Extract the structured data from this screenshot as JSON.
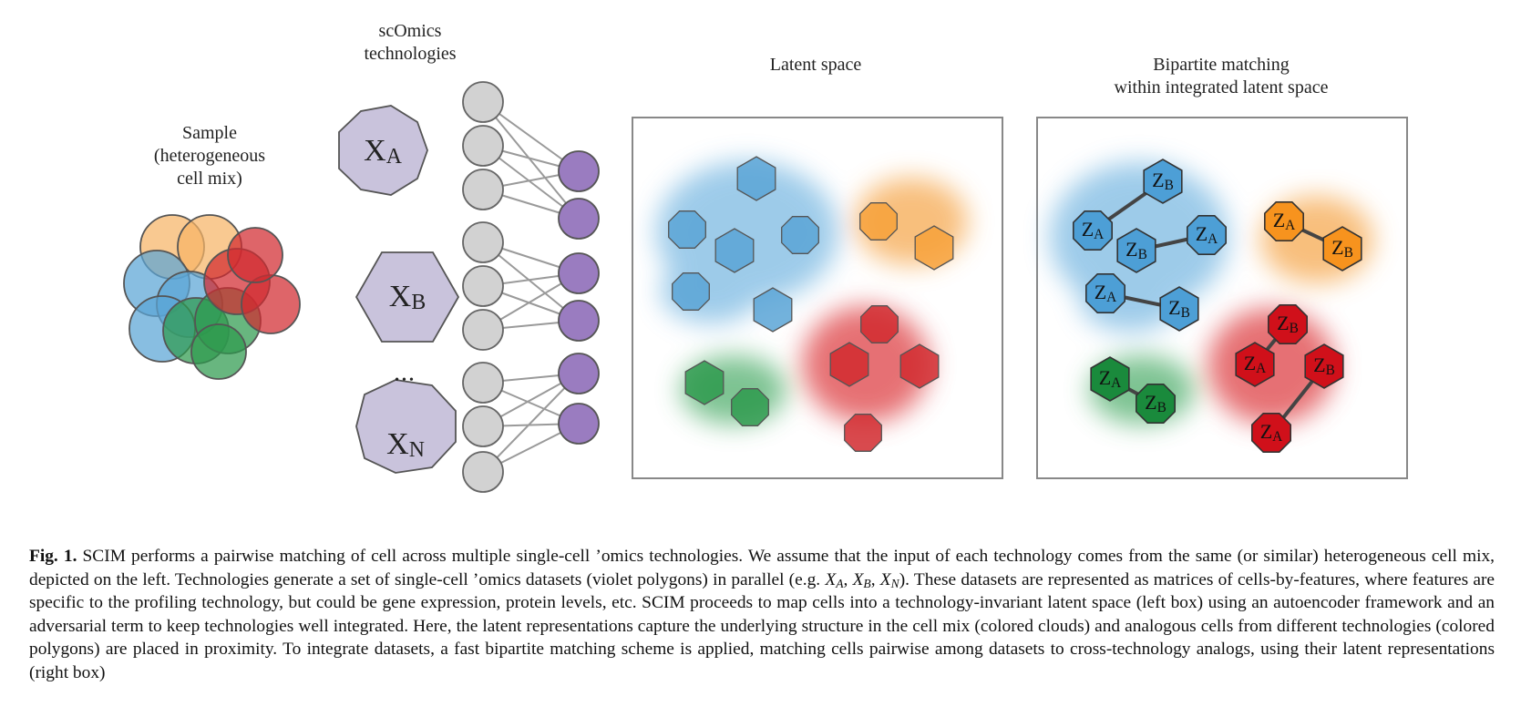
{
  "labels": {
    "sample": "Sample\n(heterogeneous\ncell mix)",
    "scomics": "scOmics\ntechnologies",
    "latent": "Latent space",
    "bipartite": "Bipartite matching\nwithin integrated latent space",
    "ellipsis": "•••"
  },
  "datasets": [
    {
      "letter": "X",
      "subscript": "A"
    },
    {
      "letter": "X",
      "subscript": "B"
    },
    {
      "letter": "X",
      "subscript": "N"
    }
  ],
  "matching_nodes": [
    {
      "letter": "Z",
      "subscript": "B"
    },
    {
      "letter": "Z",
      "subscript": "A"
    },
    {
      "letter": "Z",
      "subscript": "B"
    },
    {
      "letter": "Z",
      "subscript": "A"
    },
    {
      "letter": "Z",
      "subscript": "A"
    },
    {
      "letter": "Z",
      "subscript": "B"
    },
    {
      "letter": "Z",
      "subscript": "A"
    },
    {
      "letter": "Z",
      "subscript": "B"
    },
    {
      "letter": "Z",
      "subscript": "A"
    },
    {
      "letter": "Z",
      "subscript": "B"
    },
    {
      "letter": "Z",
      "subscript": "B"
    },
    {
      "letter": "Z",
      "subscript": "A"
    },
    {
      "letter": "Z",
      "subscript": "B"
    },
    {
      "letter": "Z",
      "subscript": "A"
    }
  ],
  "colors": {
    "blue": "#5aa5d6",
    "orange": "#f7a13a",
    "red": "#d12a2f",
    "green": "#2e9a4e",
    "violet": "#9a7cc0",
    "lavender": "#c9c3dc",
    "gray_node": "#d2d2d2"
  },
  "caption": {
    "fig_label": "Fig. 1.",
    "part1": " SCIM performs a pairwise matching of cell across multiple single-cell ’omics technologies. We assume that the input of each technology comes from the same (or similar) heterogeneous cell mix, depicted on the left. Technologies generate a set of single-cell ’omics datasets (violet polygons) in parallel (e.g. ",
    "x_a": "X",
    "x_a_sub": "A",
    "sep1": ", ",
    "x_b": "X",
    "x_b_sub": "B",
    "sep2": ", ",
    "x_n": "X",
    "x_n_sub": "N",
    "part2": "). These datasets are represented as matrices of cells-by-features, where features are specific to the profiling technology, but could be gene expression, protein levels, etc. SCIM proceeds to map cells into a technology-invariant latent space (left box) using an autoencoder framework and an adversarial term to keep technologies well integrated. Here, the latent representations capture the underlying structure in the cell mix (colored clouds) and analogous cells from different technologies (colored polygons) are placed in proximity. To integrate datasets, a fast bipartite matching scheme is applied, matching cells pairwise among datasets to cross-technology analogs, using their latent representations (right box)"
  }
}
